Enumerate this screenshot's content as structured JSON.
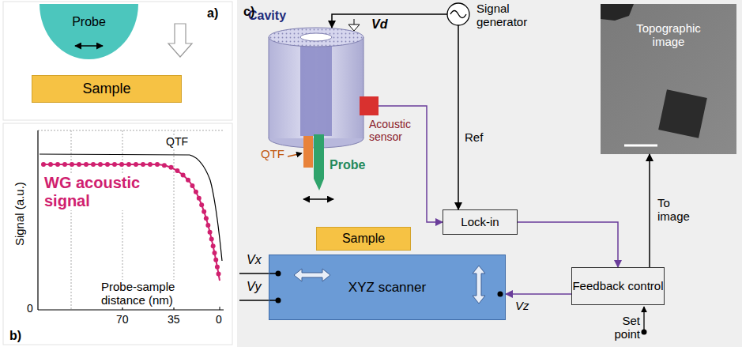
{
  "diagram": {
    "nodes": [
      {
        "text": [
          "Probe"
        ]
      },
      {
        "text": [
          "Sample"
        ]
      },
      {
        "text": [
          "Cavity"
        ]
      },
      {
        "text": [
          "Signal generator"
        ]
      },
      {
        "text": [
          "Acoustic sensor"
        ]
      },
      {
        "text": [
          "QTF"
        ]
      },
      {
        "text": [
          "Probe"
        ]
      },
      {
        "text": [
          "Topographic image"
        ]
      },
      {
        "text": [
          "Lock-in"
        ]
      },
      {
        "text": [
          "Sample"
        ]
      },
      {
        "text": [
          "XYZ scanner"
        ]
      },
      {
        "text": [
          "Feedback control"
        ]
      }
    ],
    "edges": [
      {
        "from": 3,
        "to": 2,
        "arrow": "to",
        "label": "Vd"
      },
      {
        "from": 3,
        "to": 8,
        "arrow": "to",
        "label": "Ref"
      },
      {
        "from": 4,
        "to": 8,
        "arrow": "to"
      },
      {
        "from": 8,
        "to": 11,
        "arrow": "to"
      },
      {
        "from": 11,
        "to": 10,
        "arrow": "to",
        "label": "Vz"
      },
      {
        "from": 11,
        "to": 7,
        "arrow": "to",
        "label": "To image"
      }
    ],
    "labels": [
      "a)",
      "b)",
      "c)",
      "Signal (a.u.)",
      "QTF",
      "WG acoustic signal",
      "Probe-sample distance (nm)",
      "70",
      "35",
      "0",
      "0",
      "Vx",
      "Vy",
      "Set point"
    ]
  }
}
